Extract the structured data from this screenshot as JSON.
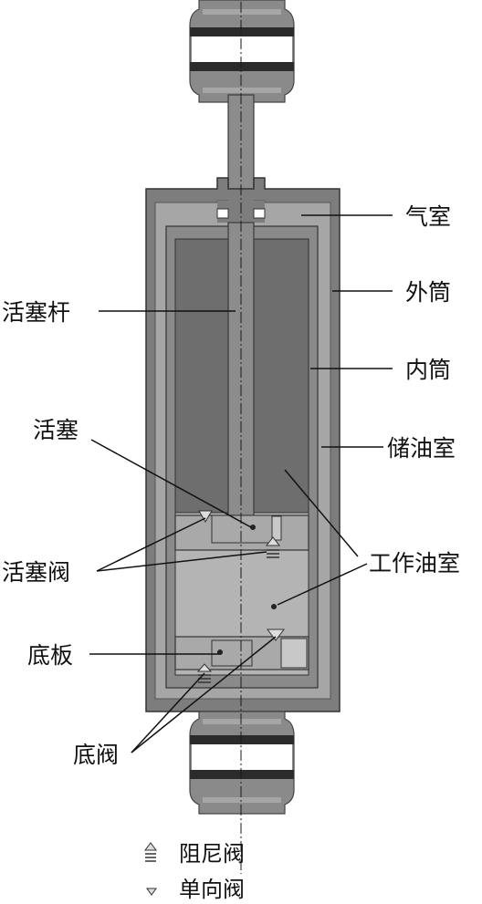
{
  "labels": {
    "gas_chamber": "气室",
    "outer_tube": "外筒",
    "piston_rod": "活塞杆",
    "inner_tube": "内筒",
    "piston": "活塞",
    "reservoir": "储油室",
    "piston_valve": "活塞阀",
    "working_chamber": "工作油室",
    "base_plate": "底板",
    "base_valve": "底阀"
  },
  "legend": [
    {
      "icon": "damping-valve-icon",
      "label": "阻尼阀"
    },
    {
      "icon": "check-valve-icon",
      "label": "单向阀"
    }
  ],
  "colors": {
    "outer_tube": "#7d7d7d",
    "reservoir": "#a6a6a6",
    "inner_tube_wall": "#8a8a8a",
    "upper_chamber": "#6e6e6e",
    "lower_chamber": "#b4b4b4",
    "piston": "#a9a9a9",
    "rod": "#8c8c8c",
    "mount": "#8a8a8a",
    "line": "#111111"
  }
}
